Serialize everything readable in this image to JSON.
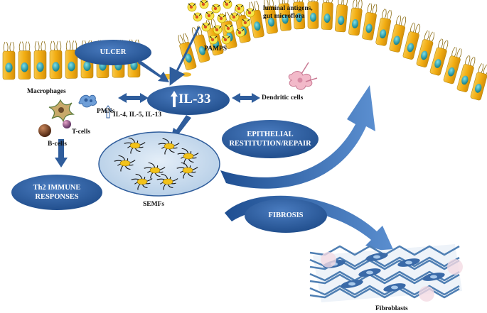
{
  "labels": {
    "luminal": "luminal antigens,\ngut microflora",
    "pamps": "PAMPS",
    "ulcer": "ULCER",
    "il33": "IL-33",
    "macrophages": "Macrophages",
    "pmns": "PMNs",
    "cytokines": "IL-4, IL-5, IL-13",
    "dendritic": "Dendritic cells",
    "bcells": "B-cells",
    "tcells": "T-cells",
    "th2": "Th2 IMMUNE\nRESPONSES",
    "semfs": "SEMFs",
    "epithelial": "EPITHELIAL\nRESTITUTION/REPAIR",
    "fibrosis": "FIBROSIS",
    "fibroblasts": "Fibroblasts"
  },
  "colors": {
    "oval_blue": "#2f5d9c",
    "arrow_blue": "#3a6ab0",
    "cell_yellow": "#f3b51a",
    "nucleus_teal": "#1fa6b3",
    "semf_fill": "#c7dcef",
    "fibroblast_fill": "#9fb8d4"
  }
}
